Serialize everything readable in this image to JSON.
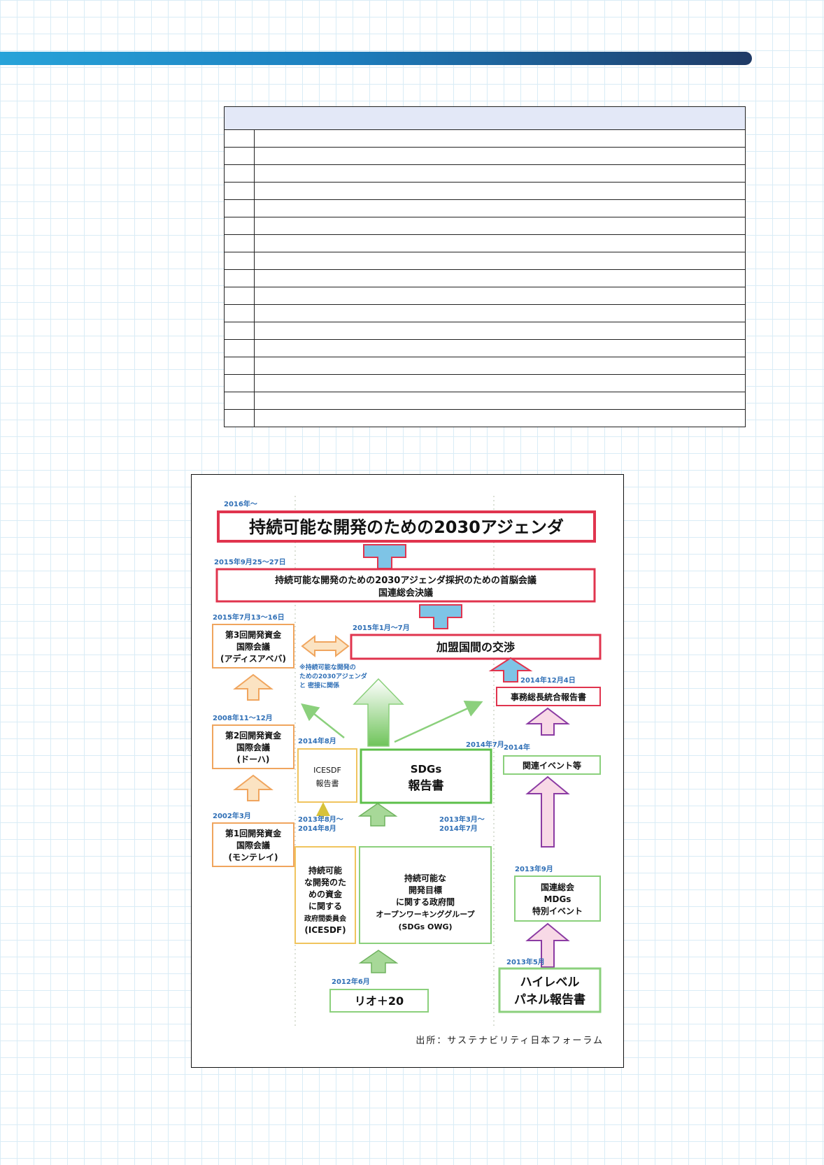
{
  "table_rows": 17,
  "colors": {
    "red": "#e0344e",
    "orange": "#f0a55e",
    "green": "#5cbf4a",
    "lightgreen": "#8bd07c",
    "purple": "#8b3ba3",
    "pink": "#f8d9e6",
    "blue": "#7ec4e6",
    "datelabel": "#2f6fb6"
  },
  "figure": {
    "top_date": "2016年～",
    "top_title": "持続可能な開発のための2030アジェンダ",
    "summit_date": "2015年9月25～27日",
    "summit_line1": "持続可能な開発のための2030アジェンダ採択のための首脳会議",
    "summit_line2": "国連総会決議",
    "negotiation_date": "2015年1月～7月",
    "negotiation": "加盟国間の交渉",
    "conf3_date": "2015年7月13～16日",
    "conf3": [
      "第3回開発資金",
      "国際会議",
      "(アディスアベバ)"
    ],
    "conf2_date": "2008年11～12月",
    "conf2": [
      "第2回開発資金",
      "国際会議",
      "(ドーハ)"
    ],
    "conf1_date": "2002年3月",
    "conf1": [
      "第1回開発資金",
      "国際会議",
      "(モンテレイ)"
    ],
    "note": [
      "※持続可能な開発の",
      "ための2030アジェンダ",
      "と 密接に関係"
    ],
    "sg_report_date": "2014年12月4日",
    "sg_report": "事務総長統合報告書",
    "icesdf_report_date": "2014年8月",
    "icesdf_report": [
      "ICESDF",
      "報告書"
    ],
    "sdgs_report_date": "2014年7月",
    "sdgs_report": [
      "SDGs",
      "報告書"
    ],
    "events_date": "2014年",
    "events": "関連イベント等",
    "icesdf_period": [
      "2013年8月～",
      "2014年8月"
    ],
    "owg_period": [
      "2013年3月～",
      "2014年7月"
    ],
    "icesdf": [
      "持続可能",
      "な開発のた",
      "めの資金",
      "に関する",
      "政府間委員会",
      "(ICESDF)"
    ],
    "owg": [
      "持続可能な",
      "開発目標",
      "に関する政府間",
      "オープンワーキンググループ",
      "(SDGs OWG)"
    ],
    "mdg_date": "2013年9月",
    "mdg": [
      "国連総会",
      "MDGs",
      "特別イベント"
    ],
    "rio_date": "2012年6月",
    "rio": "リオ＋20",
    "panel_date": "2013年5月",
    "panel": [
      "ハイレベル",
      "パネル報告書"
    ],
    "source": "出所：サステナビリティ日本フォーラム"
  }
}
